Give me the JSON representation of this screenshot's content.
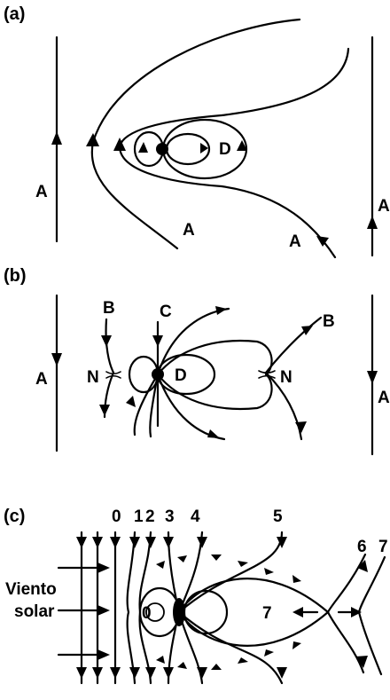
{
  "panels": [
    {
      "id": "a",
      "label": "(a)",
      "texts": {
        "a_left": "A",
        "a_right": "A",
        "a_bottom1": "A",
        "a_bottom2": "A",
        "d": "D"
      }
    },
    {
      "id": "b",
      "label": "(b)",
      "texts": {
        "a_left": "A",
        "a_right": "A",
        "b_left": "B",
        "b_right": "B",
        "c": "C",
        "n_left": "N",
        "n_right": "N",
        "d": "D"
      }
    },
    {
      "id": "c",
      "label": "(c)",
      "numbers": [
        "0",
        "1",
        "2",
        "3",
        "4",
        "5",
        "6",
        "7"
      ],
      "inner_left": "0",
      "inner_right": "7",
      "wind_line1": "Viento",
      "wind_line2": "solar"
    }
  ],
  "colors": {
    "ink": "#000000",
    "background": "#ffffff"
  }
}
